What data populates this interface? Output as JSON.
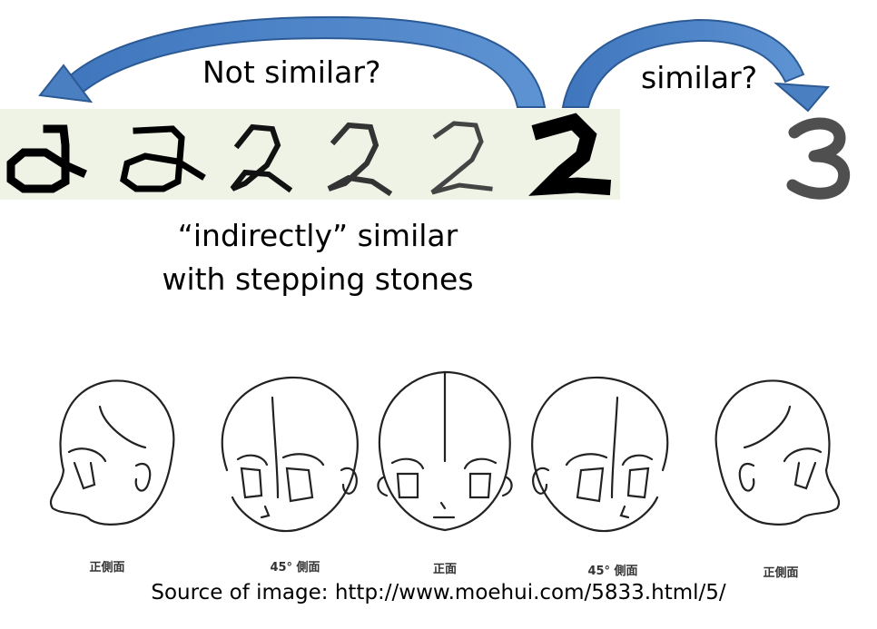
{
  "labels": {
    "not_similar": "Not similar?",
    "similar": "similar?",
    "indirect_line1": "“indirectly” similar",
    "indirect_line2": "with stepping stones"
  },
  "face_captions": [
    "正側面",
    "45° 側面",
    "正面",
    "45° 側面",
    "正側面"
  ],
  "source": "Source of image: http://www.moehui.com/5833.html/5/",
  "colors": {
    "arrow": "#4a7fc1",
    "arrow_dark": "#2c5a94",
    "digit_strip_bg": "#eef3e6"
  },
  "icons": [
    "digit-morph-sequence",
    "digit-three",
    "curved-arrow-left",
    "curved-arrow-right",
    "anime-head-drawings"
  ]
}
